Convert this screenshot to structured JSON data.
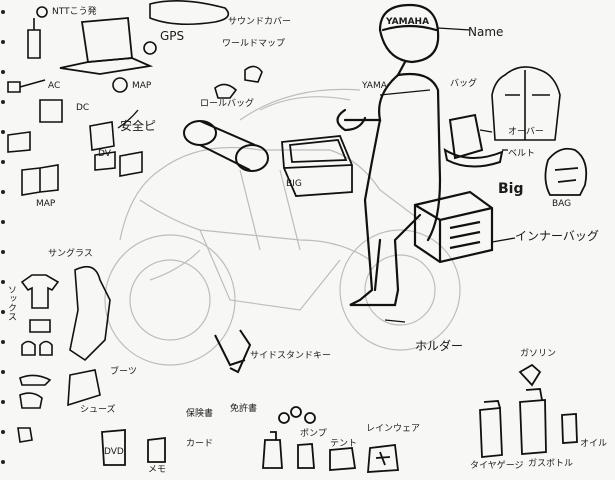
{
  "labels": {
    "ntt": "NTTこう発",
    "gps": "GPS",
    "sound_cover": "サウンドカバー",
    "world_map": "ワールドマップ",
    "name": "Name",
    "yamaha_helmet": "YAMAHA",
    "yama": "YAMA",
    "ac": "AC",
    "dc": "DC",
    "map_top": "MAP",
    "anzen": "安全ピ",
    "dv": "DV",
    "map_left": "MAP",
    "big_seat": "BIG",
    "bag_top": "バッグ",
    "tank_bag_roll": "ロールバッグ",
    "jacket": "オーバー",
    "belt": "ベルト",
    "big_side": "Big",
    "bag": "BAG",
    "inner_bag": "インナーバッグ",
    "holder": "ホルダー",
    "side_stand": "サイドスタンドキー",
    "glasses": "サングラス",
    "boots_label": "ブーツ",
    "socks": "ソックス",
    "shoes": "シューズ",
    "tent": "テント",
    "pump": "ポンプ",
    "rain_gear": "レインウェア",
    "fuel": "ガソリン",
    "oil": "オイル",
    "tire_gauge": "タイヤゲージ",
    "gas_bottle": "ガスボトル",
    "notes_top": "保険書",
    "notes_mid": "免許書",
    "notes_bot": "カード",
    "memo": "メモ",
    "dvd": "DVD"
  }
}
